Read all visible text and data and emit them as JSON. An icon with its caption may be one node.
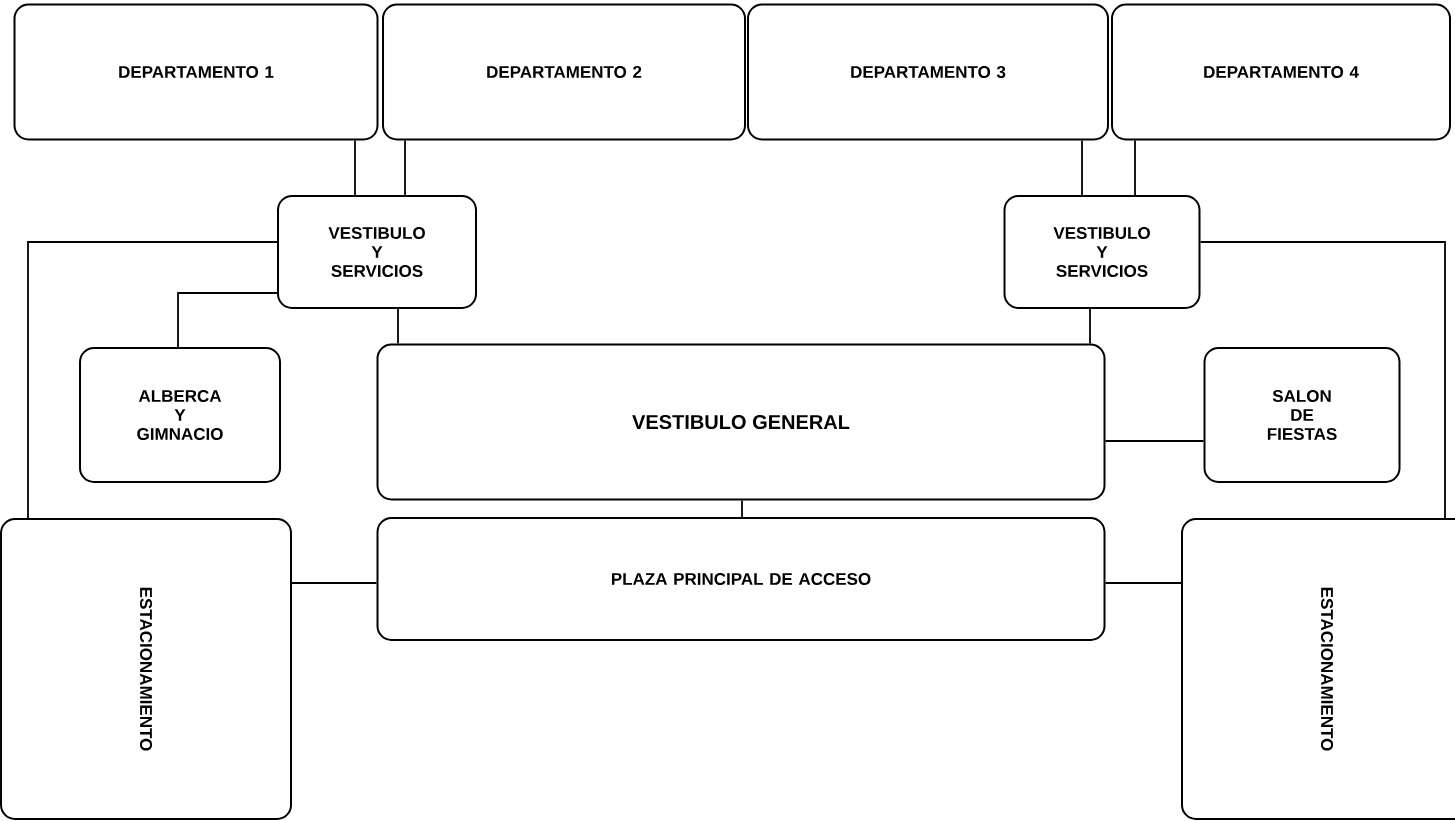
{
  "diagram": {
    "nodes": [
      {
        "text": [
          "DEPARTAMENTO 1"
        ]
      },
      {
        "text": [
          "DEPARTAMENTO 2"
        ]
      },
      {
        "text": [
          "DEPARTAMENTO 3"
        ]
      },
      {
        "text": [
          "DEPARTAMENTO 4"
        ]
      },
      {
        "text": [
          "VESTIBULO Y SERVICIOS"
        ]
      },
      {
        "text": [
          "VESTIBULO Y SERVICIOS"
        ]
      },
      {
        "text": [
          "ALBERCA Y GIMNACIO"
        ]
      },
      {
        "text": [
          "VESTIBULO GENERAL"
        ]
      },
      {
        "text": [
          "SALON DE FIESTAS"
        ]
      },
      {
        "text": [
          "ESTACIONAMIENTO"
        ]
      },
      {
        "text": [
          "PLAZA PRINCIPAL DE ACCESO"
        ]
      },
      {
        "text": [
          "ESTACIONAMIENTO"
        ]
      }
    ],
    "edges": [
      {
        "from": 0,
        "to": 4,
        "arrow": "none"
      },
      {
        "from": 1,
        "to": 4,
        "arrow": "none"
      },
      {
        "from": 2,
        "to": 5,
        "arrow": "none"
      },
      {
        "from": 3,
        "to": 5,
        "arrow": "none"
      },
      {
        "from": 4,
        "to": 6,
        "arrow": "none"
      },
      {
        "from": 4,
        "to": 7,
        "arrow": "none"
      },
      {
        "from": 5,
        "to": 7,
        "arrow": "none"
      },
      {
        "from": 7,
        "to": 8,
        "arrow": "none"
      },
      {
        "from": 7,
        "to": 10,
        "arrow": "none"
      },
      {
        "from": 9,
        "to": 10,
        "arrow": "none"
      },
      {
        "from": 10,
        "to": 11,
        "arrow": "none"
      },
      {
        "from": 4,
        "to": 9,
        "arrow": "none"
      },
      {
        "from": 5,
        "to": 11,
        "arrow": "none"
      }
    ]
  }
}
